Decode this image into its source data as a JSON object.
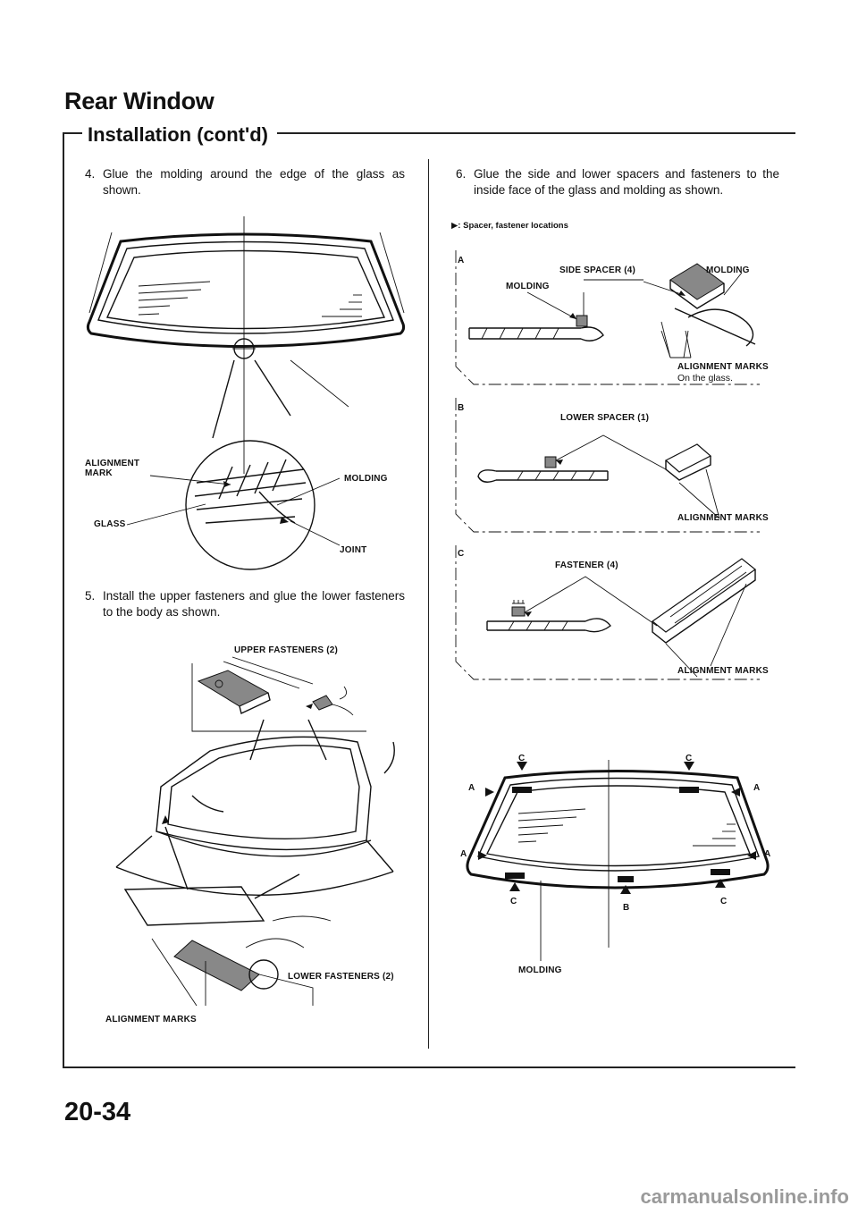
{
  "header": {
    "title": "Rear Window",
    "subtitle": "Installation (cont'd)"
  },
  "steps": [
    {
      "num": "4.",
      "text": "Glue the molding around the edge of the glass as shown."
    },
    {
      "num": "5.",
      "text": "Install the upper fasteners and glue the lower fasteners to the body as shown."
    },
    {
      "num": "6.",
      "text": "Glue the side and lower spacers and fasteners to the inside face of the glass and molding as shown."
    }
  ],
  "fig4": {
    "alignment_mark": "ALIGNMENT\nMARK",
    "molding": "MOLDING",
    "glass": "GLASS",
    "joint": "JOINT"
  },
  "fig5": {
    "upper_fasteners": "UPPER FASTENERS (2)",
    "lower_fasteners": "LOWER FASTENERS (2)",
    "alignment_marks": "ALIGNMENT MARKS"
  },
  "fig6": {
    "legend": "▶: Spacer, fastener locations",
    "a": {
      "letter": "A",
      "side_spacer": "SIDE SPACER (4)",
      "molding_left": "MOLDING",
      "molding_right": "MOLDING",
      "alignment_marks": "ALIGNMENT MARKS",
      "on_glass": "On the glass."
    },
    "b": {
      "letter": "B",
      "lower_spacer": "LOWER SPACER (1)",
      "alignment_marks": "ALIGNMENT MARKS"
    },
    "c": {
      "letter": "C",
      "fastener": "FASTENER (4)",
      "alignment_marks": "ALIGNMENT MARKS"
    },
    "window": {
      "c_top_left": "C",
      "c_top_right": "C",
      "a_left_top": "A",
      "a_right_top": "A",
      "a_left_bottom": "A",
      "a_right_bottom": "A",
      "c_bottom_left": "C",
      "b_bottom": "B",
      "c_bottom_right": "C",
      "molding": "MOLDING"
    }
  },
  "footer": {
    "page_number": "20-34",
    "watermark": "carmanualsonline.info"
  }
}
